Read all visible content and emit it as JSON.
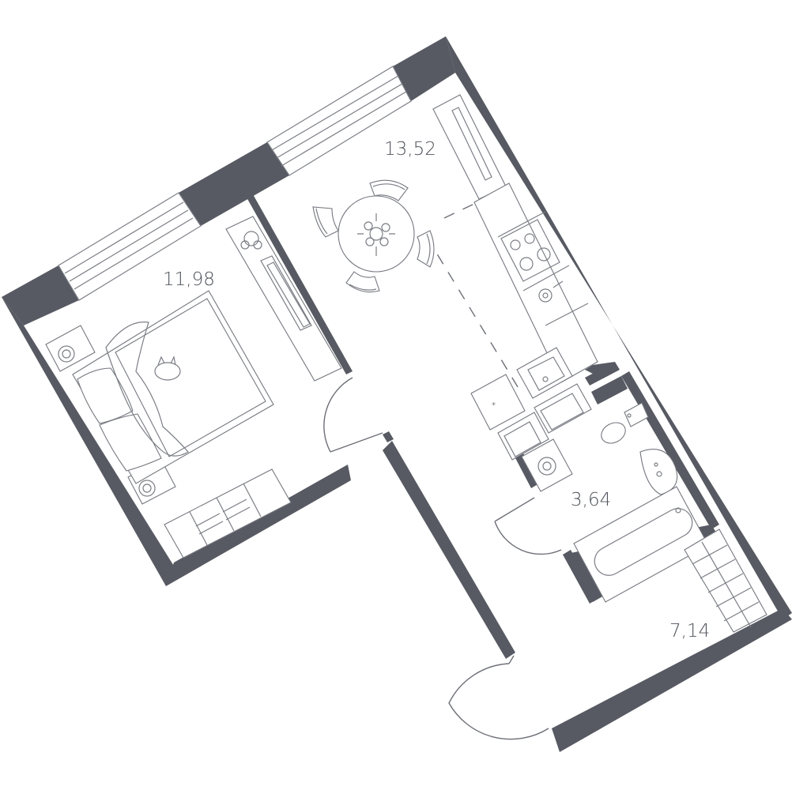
{
  "floorplan": {
    "rooms": [
      {
        "id": "bedroom",
        "area": "11,98"
      },
      {
        "id": "kitchen-living",
        "area": "13,52"
      },
      {
        "id": "bathroom",
        "area": "3,64"
      },
      {
        "id": "hallway",
        "area": "7,14"
      }
    ]
  },
  "colors": {
    "wall": "#575a62",
    "line": "#75787f",
    "background": "#ffffff"
  }
}
